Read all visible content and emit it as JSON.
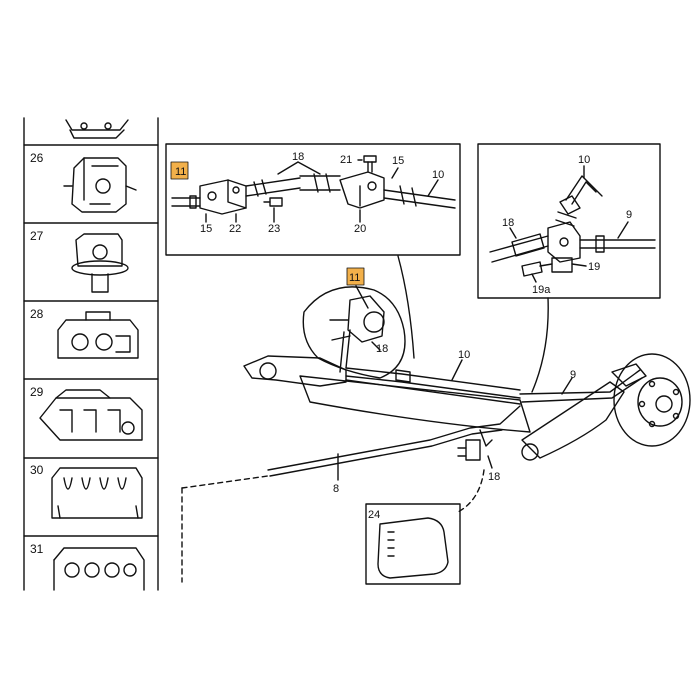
{
  "side_panel": {
    "cells": [
      "26",
      "27",
      "28",
      "29",
      "30",
      "31"
    ]
  },
  "inset_left": {
    "callouts": [
      "11",
      "18",
      "21",
      "15",
      "10",
      "15",
      "22",
      "23",
      "20"
    ]
  },
  "inset_right": {
    "callouts": [
      "10",
      "18",
      "9",
      "19",
      "19a"
    ]
  },
  "main": {
    "callouts": [
      "11",
      "18",
      "10",
      "9",
      "8",
      "18"
    ]
  },
  "small_inset": {
    "callouts": [
      "24"
    ]
  },
  "colors": {
    "line": "#111111",
    "highlight": "#f2b04a"
  }
}
